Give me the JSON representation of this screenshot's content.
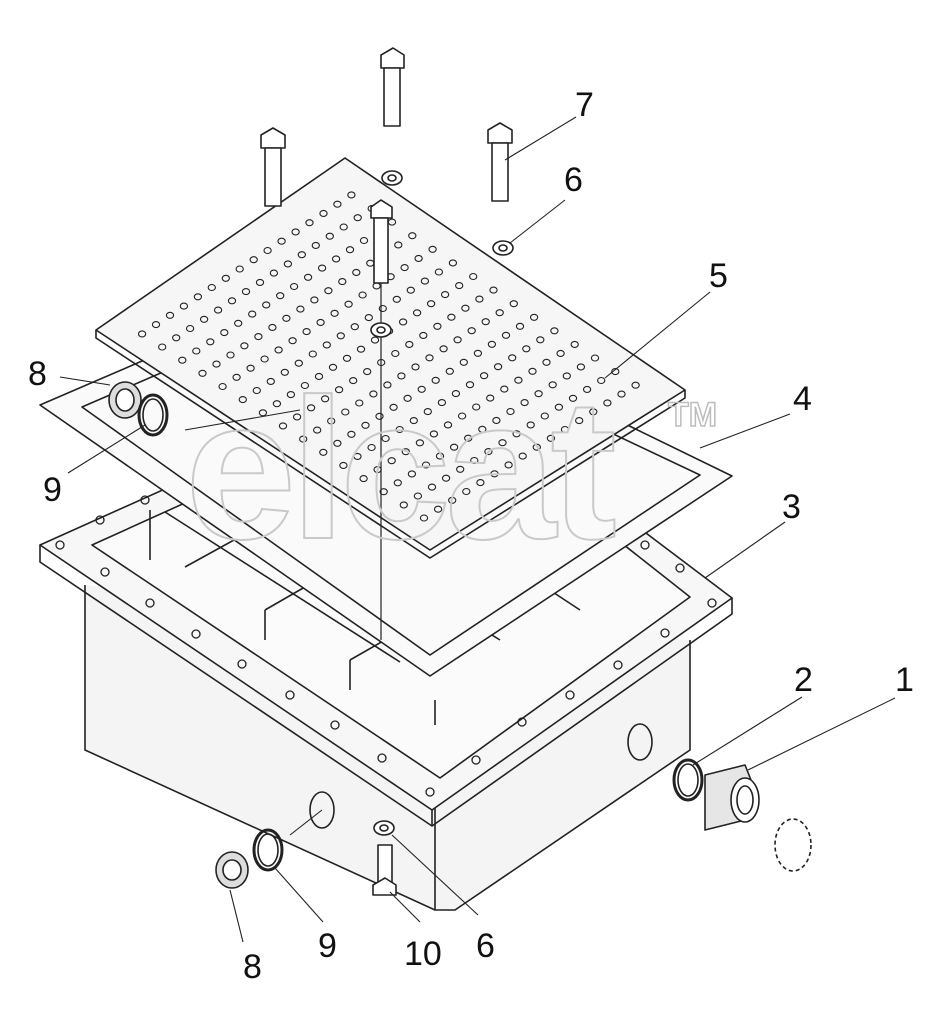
{
  "diagram": {
    "callouts": [
      {
        "id": "c1",
        "label": "1"
      },
      {
        "id": "c2",
        "label": "2"
      },
      {
        "id": "c3",
        "label": "3"
      },
      {
        "id": "c4",
        "label": "4"
      },
      {
        "id": "c5",
        "label": "5"
      },
      {
        "id": "c6a",
        "label": "6"
      },
      {
        "id": "c6b",
        "label": "6"
      },
      {
        "id": "c7",
        "label": "7"
      },
      {
        "id": "c8a",
        "label": "8"
      },
      {
        "id": "c8b",
        "label": "8"
      },
      {
        "id": "c9a",
        "label": "9"
      },
      {
        "id": "c9b",
        "label": "9"
      },
      {
        "id": "c10",
        "label": "10"
      }
    ],
    "watermark": {
      "text": "elcat",
      "mark": "TM"
    }
  }
}
